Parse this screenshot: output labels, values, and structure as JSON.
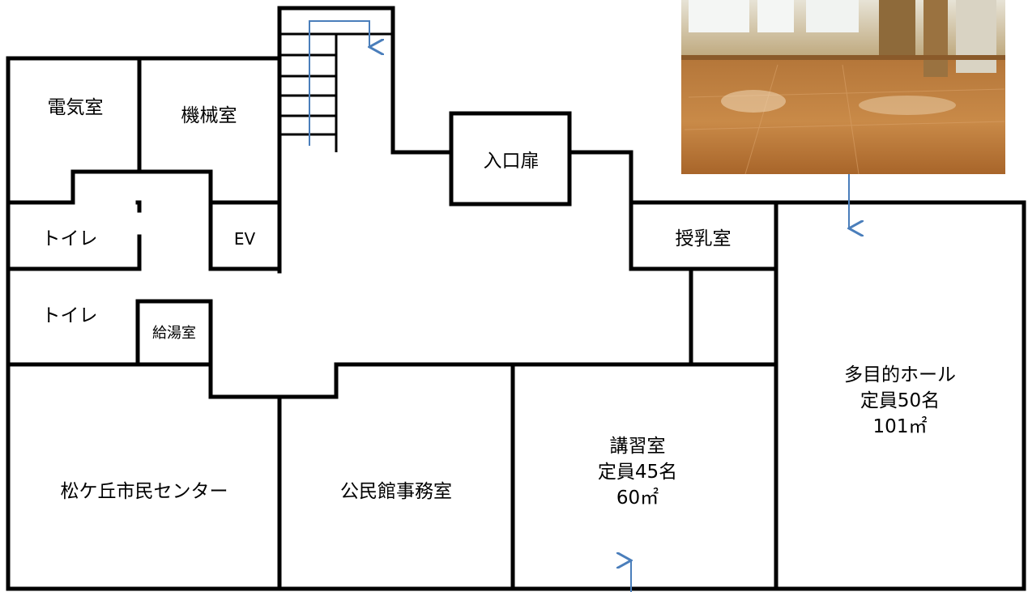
{
  "rooms": {
    "denki": "電気室",
    "kikai": "機械室",
    "entrance": "入口扉",
    "toilet_upper": "トイレ",
    "ev": "EV",
    "junyu": "授乳室",
    "toilet_lower": "トイレ",
    "kyuto": "給湯室",
    "hall": {
      "name": "多目的ホール",
      "capacity": "定員50名",
      "area": "101㎡"
    },
    "koshu": {
      "name": "講習室",
      "capacity": "定員45名",
      "area": "60㎡"
    },
    "center": "松ケ丘市民センター",
    "office": "公民館事務室"
  },
  "colors": {
    "wall": "#000000",
    "arrow": "#4a7ebb"
  },
  "photo": {
    "subject": "wooden-floor-hall-photo"
  }
}
